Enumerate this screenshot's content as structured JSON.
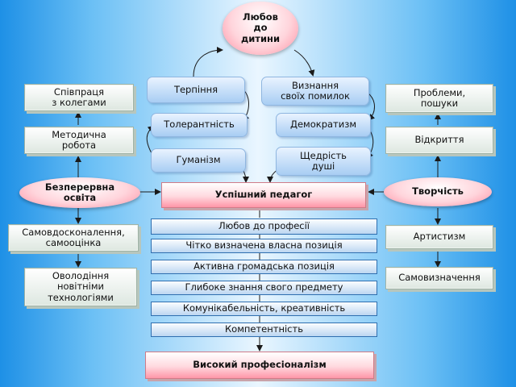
{
  "nodes": {
    "love_children": "Любов\nдо\nдитини",
    "patience": "Терпіння",
    "admit_mistakes": "Визнання\nсвоїх помилок",
    "tolerance": "Толерантність",
    "democratism": "Демократизм",
    "humanism": "Гуманізм",
    "generosity": "Щедрість\nдуші",
    "colleagues": "Співпраця\nз колегами",
    "methodical": "Методична\nробота",
    "continuous_education": "Безперервна\nосвіта",
    "self_improvement": "Самовдосконалення,\nсамооцінка",
    "new_tech": "Оволодіння\nновітніми\nтехнологіями",
    "problems": "Проблеми,\nпошуки",
    "discovery": "Відкриття",
    "creativity": "Творчість",
    "artistry": "Артистизм",
    "self_determination": "Самовизначення",
    "successful_teacher": "Успішний педагог",
    "high_professionalism": "Високий професіоналізм"
  },
  "qualities": [
    "Любов до професії",
    "Чітко визначена власна позиція",
    "Активна громадська позиція",
    "Глибоке знання свого предмету",
    "Комунікабельність, креативність",
    "Компетентність"
  ],
  "colors": {
    "line": "#1a1a1a",
    "bar_border": "#2f6fb0",
    "accent_pink": "#ff8fa2"
  }
}
